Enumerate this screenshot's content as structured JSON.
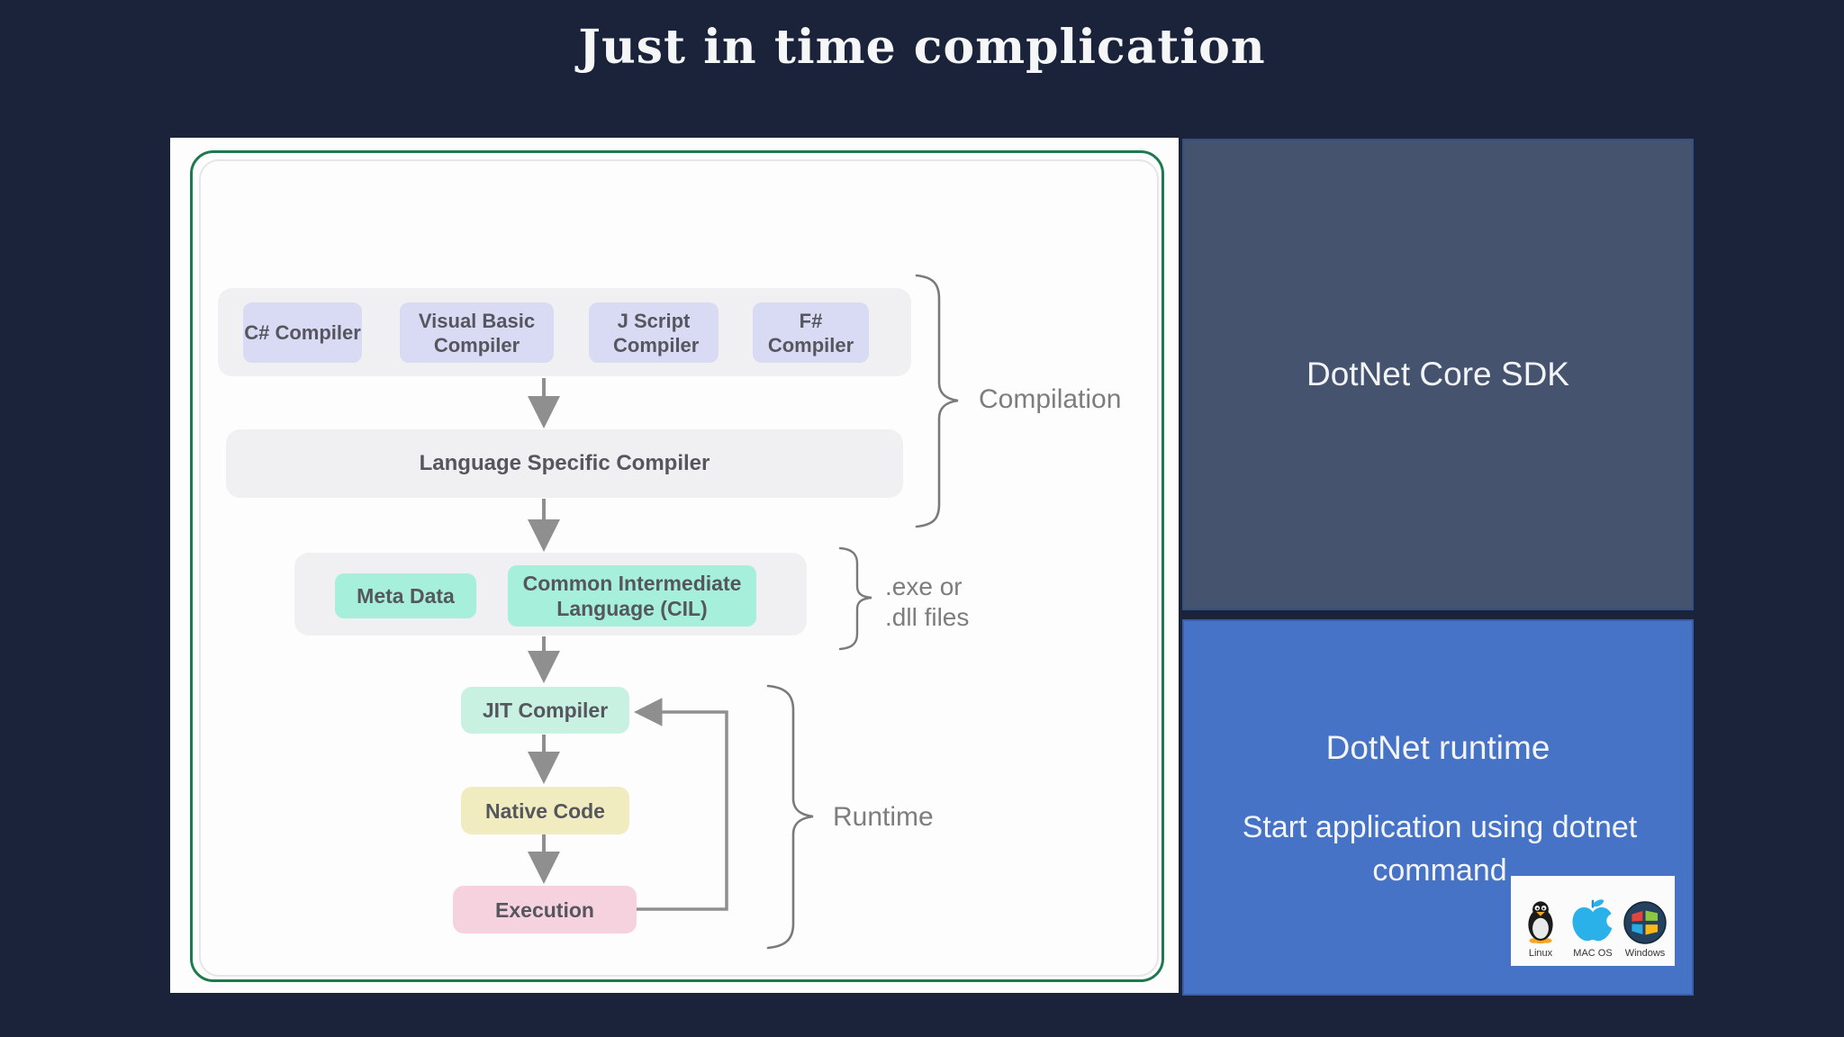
{
  "title": "Just in time complication",
  "diagram": {
    "compilers": [
      {
        "label": "C# Compiler"
      },
      {
        "label": "Visual Basic Compiler"
      },
      {
        "label": "J Script Compiler"
      },
      {
        "label": "F# Compiler"
      }
    ],
    "language_specific_compiler": "Language Specific Compiler",
    "meta_data": "Meta Data",
    "cil": "Common Intermediate Language (CIL)",
    "jit_compiler": "JIT Compiler",
    "native_code": "Native Code",
    "execution": "Execution",
    "annotations": {
      "compilation": "Compilation",
      "output_line1": ".exe or",
      "output_line2": ".dll files",
      "runtime": "Runtime"
    }
  },
  "right_panels": {
    "sdk": {
      "label": "DotNet Core SDK"
    },
    "runtime": {
      "title": "DotNet runtime",
      "subtitle": "Start application using dotnet command",
      "os_items": [
        {
          "label": "Linux"
        },
        {
          "label": "MAC OS"
        },
        {
          "label": "Windows"
        }
      ]
    }
  },
  "colors": {
    "background": "#1a2339",
    "panel_sdk": "#45536e",
    "panel_runtime": "#4673c6",
    "diagram_green_border": "#1e7a4e",
    "box_lavender": "#d9dbf5",
    "box_mint": "#a6f0db",
    "box_mint_light": "#c9f1e2",
    "box_yellow": "#f1ecc0",
    "box_pink": "#f6d2de",
    "container_gray": "#f0eff2",
    "arrow_gray": "#8f8f8f",
    "box_text": "#55565e",
    "brace_label_text": "#7d7d7d"
  }
}
